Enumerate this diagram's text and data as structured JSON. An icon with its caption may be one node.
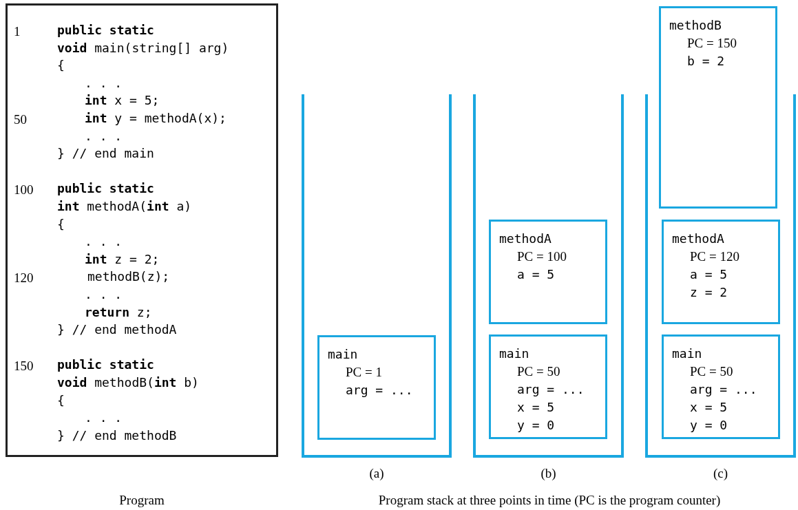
{
  "diagram": {
    "caption": "Program stack at three points in time (PC is the program counter)",
    "nodes": [
      {
        "text": [
          "**public static**",
          "**void** main(string[] arg)",
          "{",
          ". . .",
          "**int** x = 5;",
          "**int** y = methodA(x);",
          ". . .",
          "} // end main",
          "**public static**",
          "**int** methodA(**int** a)",
          "{",
          ". . .",
          "**int** z = 2;",
          "methodB(z);",
          ". . .",
          "**return** z;",
          "} // end methodA",
          "**public static**",
          "**void** methodB(**int** b)",
          "{",
          ". . .",
          "} // end methodB"
        ],
        "beside": [
          "Program"
        ]
      },
      {
        "text": [],
        "shape": "box",
        "beside": [
          "(a)"
        ]
      },
      {
        "text": [
          "main",
          "PC = 1",
          "arg = ..."
        ],
        "in": 1
      },
      {
        "text": [],
        "shape": "box",
        "beside": [
          "(b)"
        ]
      },
      {
        "text": [
          "methodA",
          "PC = 100",
          "a = 5"
        ],
        "in": 3
      },
      {
        "text": [
          "main",
          "PC = 50",
          "arg = ...",
          "x = 5",
          "y = 0"
        ],
        "in": 3
      },
      {
        "text": [],
        "shape": "box",
        "beside": [
          "(c)"
        ]
      },
      {
        "text": [
          "methodB",
          "PC = 150",
          "b = 2"
        ]
      },
      {
        "text": [
          "methodA",
          "PC = 120",
          "a = 5",
          "z = 2"
        ],
        "in": 6
      },
      {
        "text": [
          "main",
          "PC = 50",
          "arg = ...",
          "x = 5",
          "y = 0"
        ],
        "in": 6
      }
    ],
    "edges": [],
    "labels": [
      "1",
      "50",
      "100",
      "120",
      "150"
    ]
  }
}
